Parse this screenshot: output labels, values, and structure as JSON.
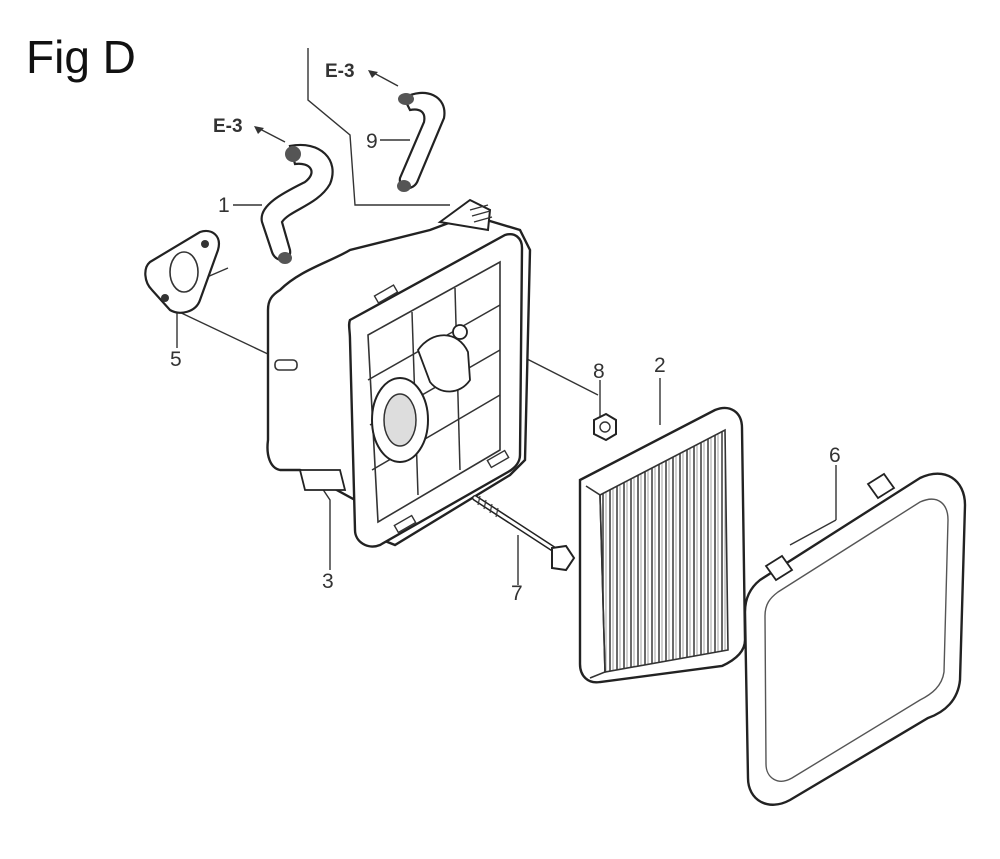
{
  "figure": {
    "title": "Fig D"
  },
  "references": [
    {
      "id": "ref-e3-top",
      "text": "E-3"
    },
    {
      "id": "ref-e3-left",
      "text": "E-3"
    }
  ],
  "callouts": [
    {
      "id": "1",
      "text": "1"
    },
    {
      "id": "2",
      "text": "2"
    },
    {
      "id": "3",
      "text": "3"
    },
    {
      "id": "5",
      "text": "5"
    },
    {
      "id": "6",
      "text": "6"
    },
    {
      "id": "7",
      "text": "7"
    },
    {
      "id": "8",
      "text": "8"
    },
    {
      "id": "9",
      "text": "9"
    }
  ],
  "colors": {
    "line": "#2a2a2a",
    "fill": "#ffffff",
    "shade": "#8a8a8a"
  }
}
